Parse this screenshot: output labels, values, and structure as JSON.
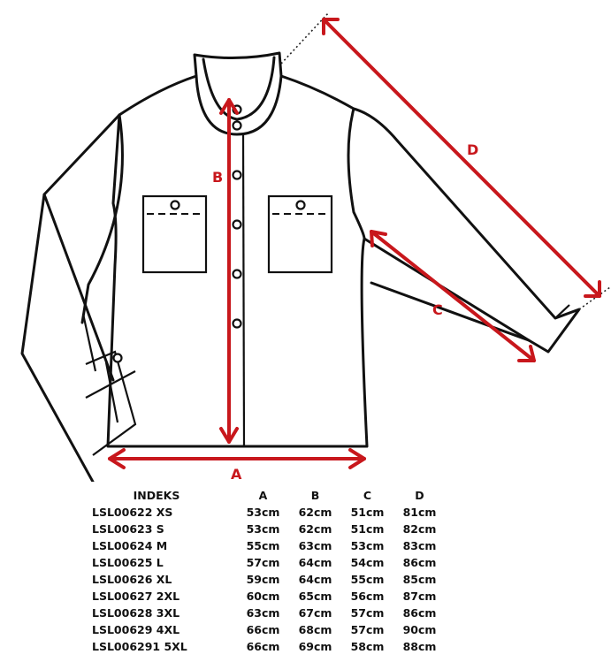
{
  "diagram": {
    "title": "Shirt measurement diagram",
    "labels": {
      "A": "A",
      "B": "B",
      "C": "C",
      "D": "D"
    },
    "measurements": {
      "A": "chest/bottom width",
      "B": "length",
      "C": "inner sleeve length",
      "D": "outer sleeve length"
    },
    "arrow_color": "#c8171c",
    "outline_color": "#111111"
  },
  "table": {
    "headers": [
      "INDEKS",
      "A",
      "B",
      "C",
      "D"
    ],
    "rows": [
      [
        "LSL00622 XS",
        "53cm",
        "62cm",
        "51cm",
        "81cm"
      ],
      [
        "LSL00623 S",
        "53cm",
        "62cm",
        "51cm",
        "82cm"
      ],
      [
        "LSL00624 M",
        "55cm",
        "63cm",
        "53cm",
        "83cm"
      ],
      [
        "LSL00625 L",
        "57cm",
        "64cm",
        "54cm",
        "86cm"
      ],
      [
        "LSL00626 XL",
        "59cm",
        "64cm",
        "55cm",
        "85cm"
      ],
      [
        "LSL00627 2XL",
        "60cm",
        "65cm",
        "56cm",
        "87cm"
      ],
      [
        "LSL00628 3XL",
        "63cm",
        "67cm",
        "57cm",
        "86cm"
      ],
      [
        "LSL00629 4XL",
        "66cm",
        "68cm",
        "57cm",
        "90cm"
      ],
      [
        "LSL006291 5XL",
        "66cm",
        "69cm",
        "58cm",
        "88cm"
      ]
    ]
  }
}
